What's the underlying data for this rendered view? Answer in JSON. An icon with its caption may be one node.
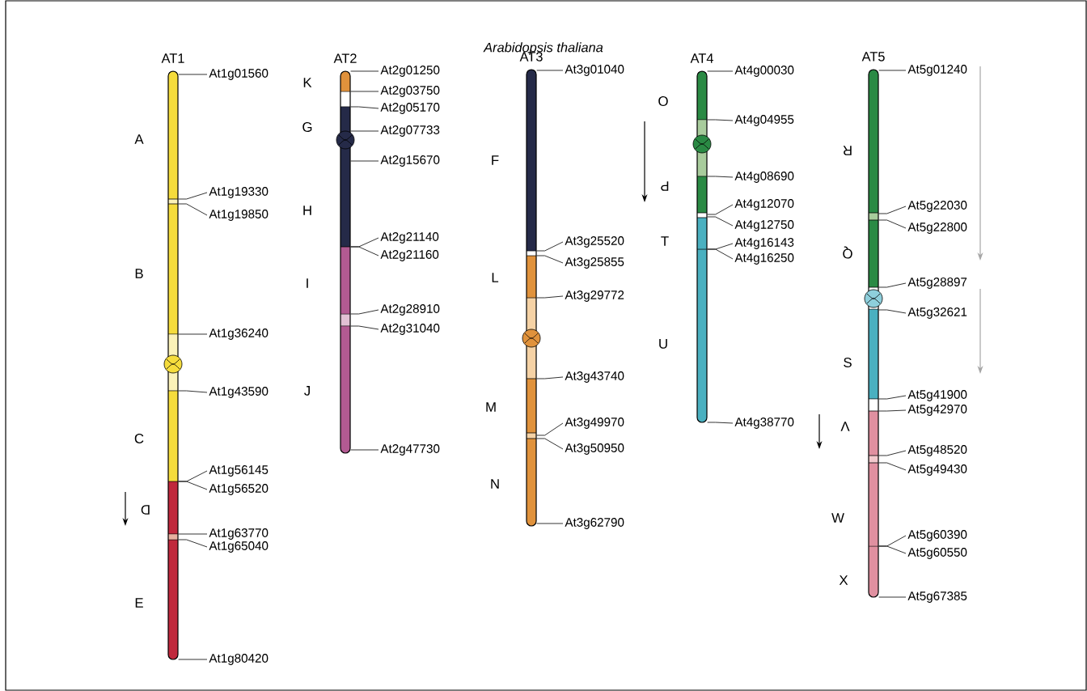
{
  "diagram": {
    "title": "Arabidopsis thaliana",
    "nodes": [
      {
        "text": [
          "AT1"
        ]
      },
      {
        "text": [
          "At1g01560"
        ]
      },
      {
        "text": [
          "At1g19330"
        ]
      },
      {
        "text": [
          "At1g19850"
        ]
      },
      {
        "text": [
          "At1g36240"
        ]
      },
      {
        "text": [
          "At1g43590"
        ]
      },
      {
        "text": [
          "At1g56145"
        ]
      },
      {
        "text": [
          "At1g56520"
        ]
      },
      {
        "text": [
          "At1g63770"
        ]
      },
      {
        "text": [
          "At1g65040"
        ]
      },
      {
        "text": [
          "At1g80420"
        ]
      },
      {
        "text": [
          "AT2"
        ]
      },
      {
        "text": [
          "At2g01250"
        ]
      },
      {
        "text": [
          "At2g03750"
        ]
      },
      {
        "text": [
          "At2g05170"
        ]
      },
      {
        "text": [
          "At2g07733"
        ]
      },
      {
        "text": [
          "At2g15670"
        ]
      },
      {
        "text": [
          "At2g21140"
        ]
      },
      {
        "text": [
          "At2g21160"
        ]
      },
      {
        "text": [
          "At2g28910"
        ]
      },
      {
        "text": [
          "At2g31040"
        ]
      },
      {
        "text": [
          "At2g47730"
        ]
      },
      {
        "text": [
          "AT3"
        ]
      },
      {
        "text": [
          "At3g01040"
        ]
      },
      {
        "text": [
          "At3g25520"
        ]
      },
      {
        "text": [
          "At3g25855"
        ]
      },
      {
        "text": [
          "At3g29772"
        ]
      },
      {
        "text": [
          "At3g43740"
        ]
      },
      {
        "text": [
          "At3g49970"
        ]
      },
      {
        "text": [
          "At3g50950"
        ]
      },
      {
        "text": [
          "At3g62790"
        ]
      },
      {
        "text": [
          "AT4"
        ]
      },
      {
        "text": [
          "At4g00030"
        ]
      },
      {
        "text": [
          "At4g04955"
        ]
      },
      {
        "text": [
          "At4g08690"
        ]
      },
      {
        "text": [
          "At4g12070"
        ]
      },
      {
        "text": [
          "At4g12750"
        ]
      },
      {
        "text": [
          "At4g16143"
        ]
      },
      {
        "text": [
          "At4g16250"
        ]
      },
      {
        "text": [
          "At4g38770"
        ]
      },
      {
        "text": [
          "AT5"
        ]
      },
      {
        "text": [
          "At5g01240"
        ]
      },
      {
        "text": [
          "At5g22030"
        ]
      },
      {
        "text": [
          "At5g22800"
        ]
      },
      {
        "text": [
          "At5g28897"
        ]
      },
      {
        "text": [
          "At5g32621"
        ]
      },
      {
        "text": [
          "At5g41900"
        ]
      },
      {
        "text": [
          "At5g42970"
        ]
      },
      {
        "text": [
          "At5g48520"
        ]
      },
      {
        "text": [
          "At5g49430"
        ]
      },
      {
        "text": [
          "At5g60390"
        ]
      },
      {
        "text": [
          "At5g60550"
        ]
      },
      {
        "text": [
          "At5g67385"
        ]
      }
    ],
    "edges": [
      {
        "from": 1,
        "to": 0,
        "arrow": "none"
      },
      {
        "from": 2,
        "to": 0,
        "arrow": "none"
      },
      {
        "from": 3,
        "to": 0,
        "arrow": "none"
      },
      {
        "from": 4,
        "to": 0,
        "arrow": "none"
      },
      {
        "from": 5,
        "to": 0,
        "arrow": "none"
      },
      {
        "from": 6,
        "to": 0,
        "arrow": "none"
      },
      {
        "from": 7,
        "to": 0,
        "arrow": "none"
      },
      {
        "from": 8,
        "to": 0,
        "arrow": "none"
      },
      {
        "from": 9,
        "to": 0,
        "arrow": "none"
      },
      {
        "from": 10,
        "to": 0,
        "arrow": "none"
      },
      {
        "from": 12,
        "to": 11,
        "arrow": "none"
      },
      {
        "from": 13,
        "to": 11,
        "arrow": "none"
      },
      {
        "from": 14,
        "to": 11,
        "arrow": "none"
      },
      {
        "from": 15,
        "to": 11,
        "arrow": "none"
      },
      {
        "from": 16,
        "to": 11,
        "arrow": "none"
      },
      {
        "from": 17,
        "to": 11,
        "arrow": "none"
      },
      {
        "from": 18,
        "to": 11,
        "arrow": "none"
      },
      {
        "from": 19,
        "to": 11,
        "arrow": "none"
      },
      {
        "from": 20,
        "to": 11,
        "arrow": "none"
      },
      {
        "from": 21,
        "to": 11,
        "arrow": "none"
      },
      {
        "from": 23,
        "to": 22,
        "arrow": "none"
      },
      {
        "from": 24,
        "to": 22,
        "arrow": "none"
      },
      {
        "from": 25,
        "to": 22,
        "arrow": "none"
      },
      {
        "from": 26,
        "to": 22,
        "arrow": "none"
      },
      {
        "from": 27,
        "to": 22,
        "arrow": "none"
      },
      {
        "from": 28,
        "to": 22,
        "arrow": "none"
      },
      {
        "from": 29,
        "to": 22,
        "arrow": "none"
      },
      {
        "from": 30,
        "to": 22,
        "arrow": "none"
      },
      {
        "from": 32,
        "to": 31,
        "arrow": "none"
      },
      {
        "from": 33,
        "to": 31,
        "arrow": "none"
      },
      {
        "from": 34,
        "to": 31,
        "arrow": "none"
      },
      {
        "from": 35,
        "to": 31,
        "arrow": "none"
      },
      {
        "from": 36,
        "to": 31,
        "arrow": "none"
      },
      {
        "from": 37,
        "to": 31,
        "arrow": "none"
      },
      {
        "from": 38,
        "to": 31,
        "arrow": "none"
      },
      {
        "from": 39,
        "to": 31,
        "arrow": "none"
      },
      {
        "from": 41,
        "to": 40,
        "arrow": "none"
      },
      {
        "from": 42,
        "to": 40,
        "arrow": "none"
      },
      {
        "from": 43,
        "to": 40,
        "arrow": "none"
      },
      {
        "from": 44,
        "to": 40,
        "arrow": "none"
      },
      {
        "from": 45,
        "to": 40,
        "arrow": "none"
      },
      {
        "from": 46,
        "to": 40,
        "arrow": "none"
      },
      {
        "from": 47,
        "to": 40,
        "arrow": "none"
      },
      {
        "from": 48,
        "to": 40,
        "arrow": "none"
      },
      {
        "from": 49,
        "to": 40,
        "arrow": "none"
      },
      {
        "from": 50,
        "to": 40,
        "arrow": "none"
      },
      {
        "from": 51,
        "to": 40,
        "arrow": "none"
      },
      {
        "from": 52,
        "to": 40,
        "arrow": "none"
      }
    ],
    "labels": [
      "A",
      "B",
      "C",
      "D",
      "E",
      "K",
      "G",
      "H",
      "I",
      "J",
      "F",
      "L",
      "M",
      "N",
      "O",
      "P",
      "T",
      "U",
      "R",
      "Q",
      "S",
      "V",
      "W",
      "X"
    ]
  }
}
